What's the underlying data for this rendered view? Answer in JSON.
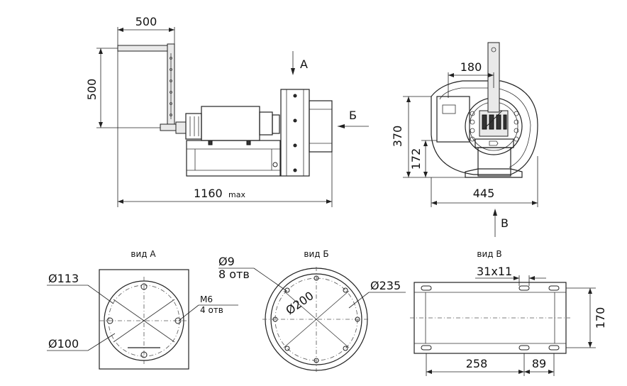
{
  "dims": {
    "top_width": "500",
    "left_height": "500",
    "total_length": "1160",
    "total_length_suffix": "max",
    "side_height": "370",
    "side_inner_height": "172",
    "side_width": "445",
    "flange_offset": "180",
    "vidA_dia_outer": "Ø113",
    "vidA_dia_inner": "Ø100",
    "vidA_hole_label": "M6",
    "vidA_hole_count": "4 отв",
    "vidB_hole_dia": "Ø9",
    "vidB_hole_count": "8 отв",
    "vidB_dia_outer": "Ø235",
    "vidB_dia_pcd": "Ø200",
    "vidV_slot": "31x11",
    "vidV_height": "170",
    "vidV_span": "258",
    "vidV_offset": "89"
  },
  "arrows": {
    "a": "А",
    "b": "Б",
    "v": "В"
  },
  "views": {
    "a": "вид А",
    "b": "вид Б",
    "v": "вид В"
  }
}
